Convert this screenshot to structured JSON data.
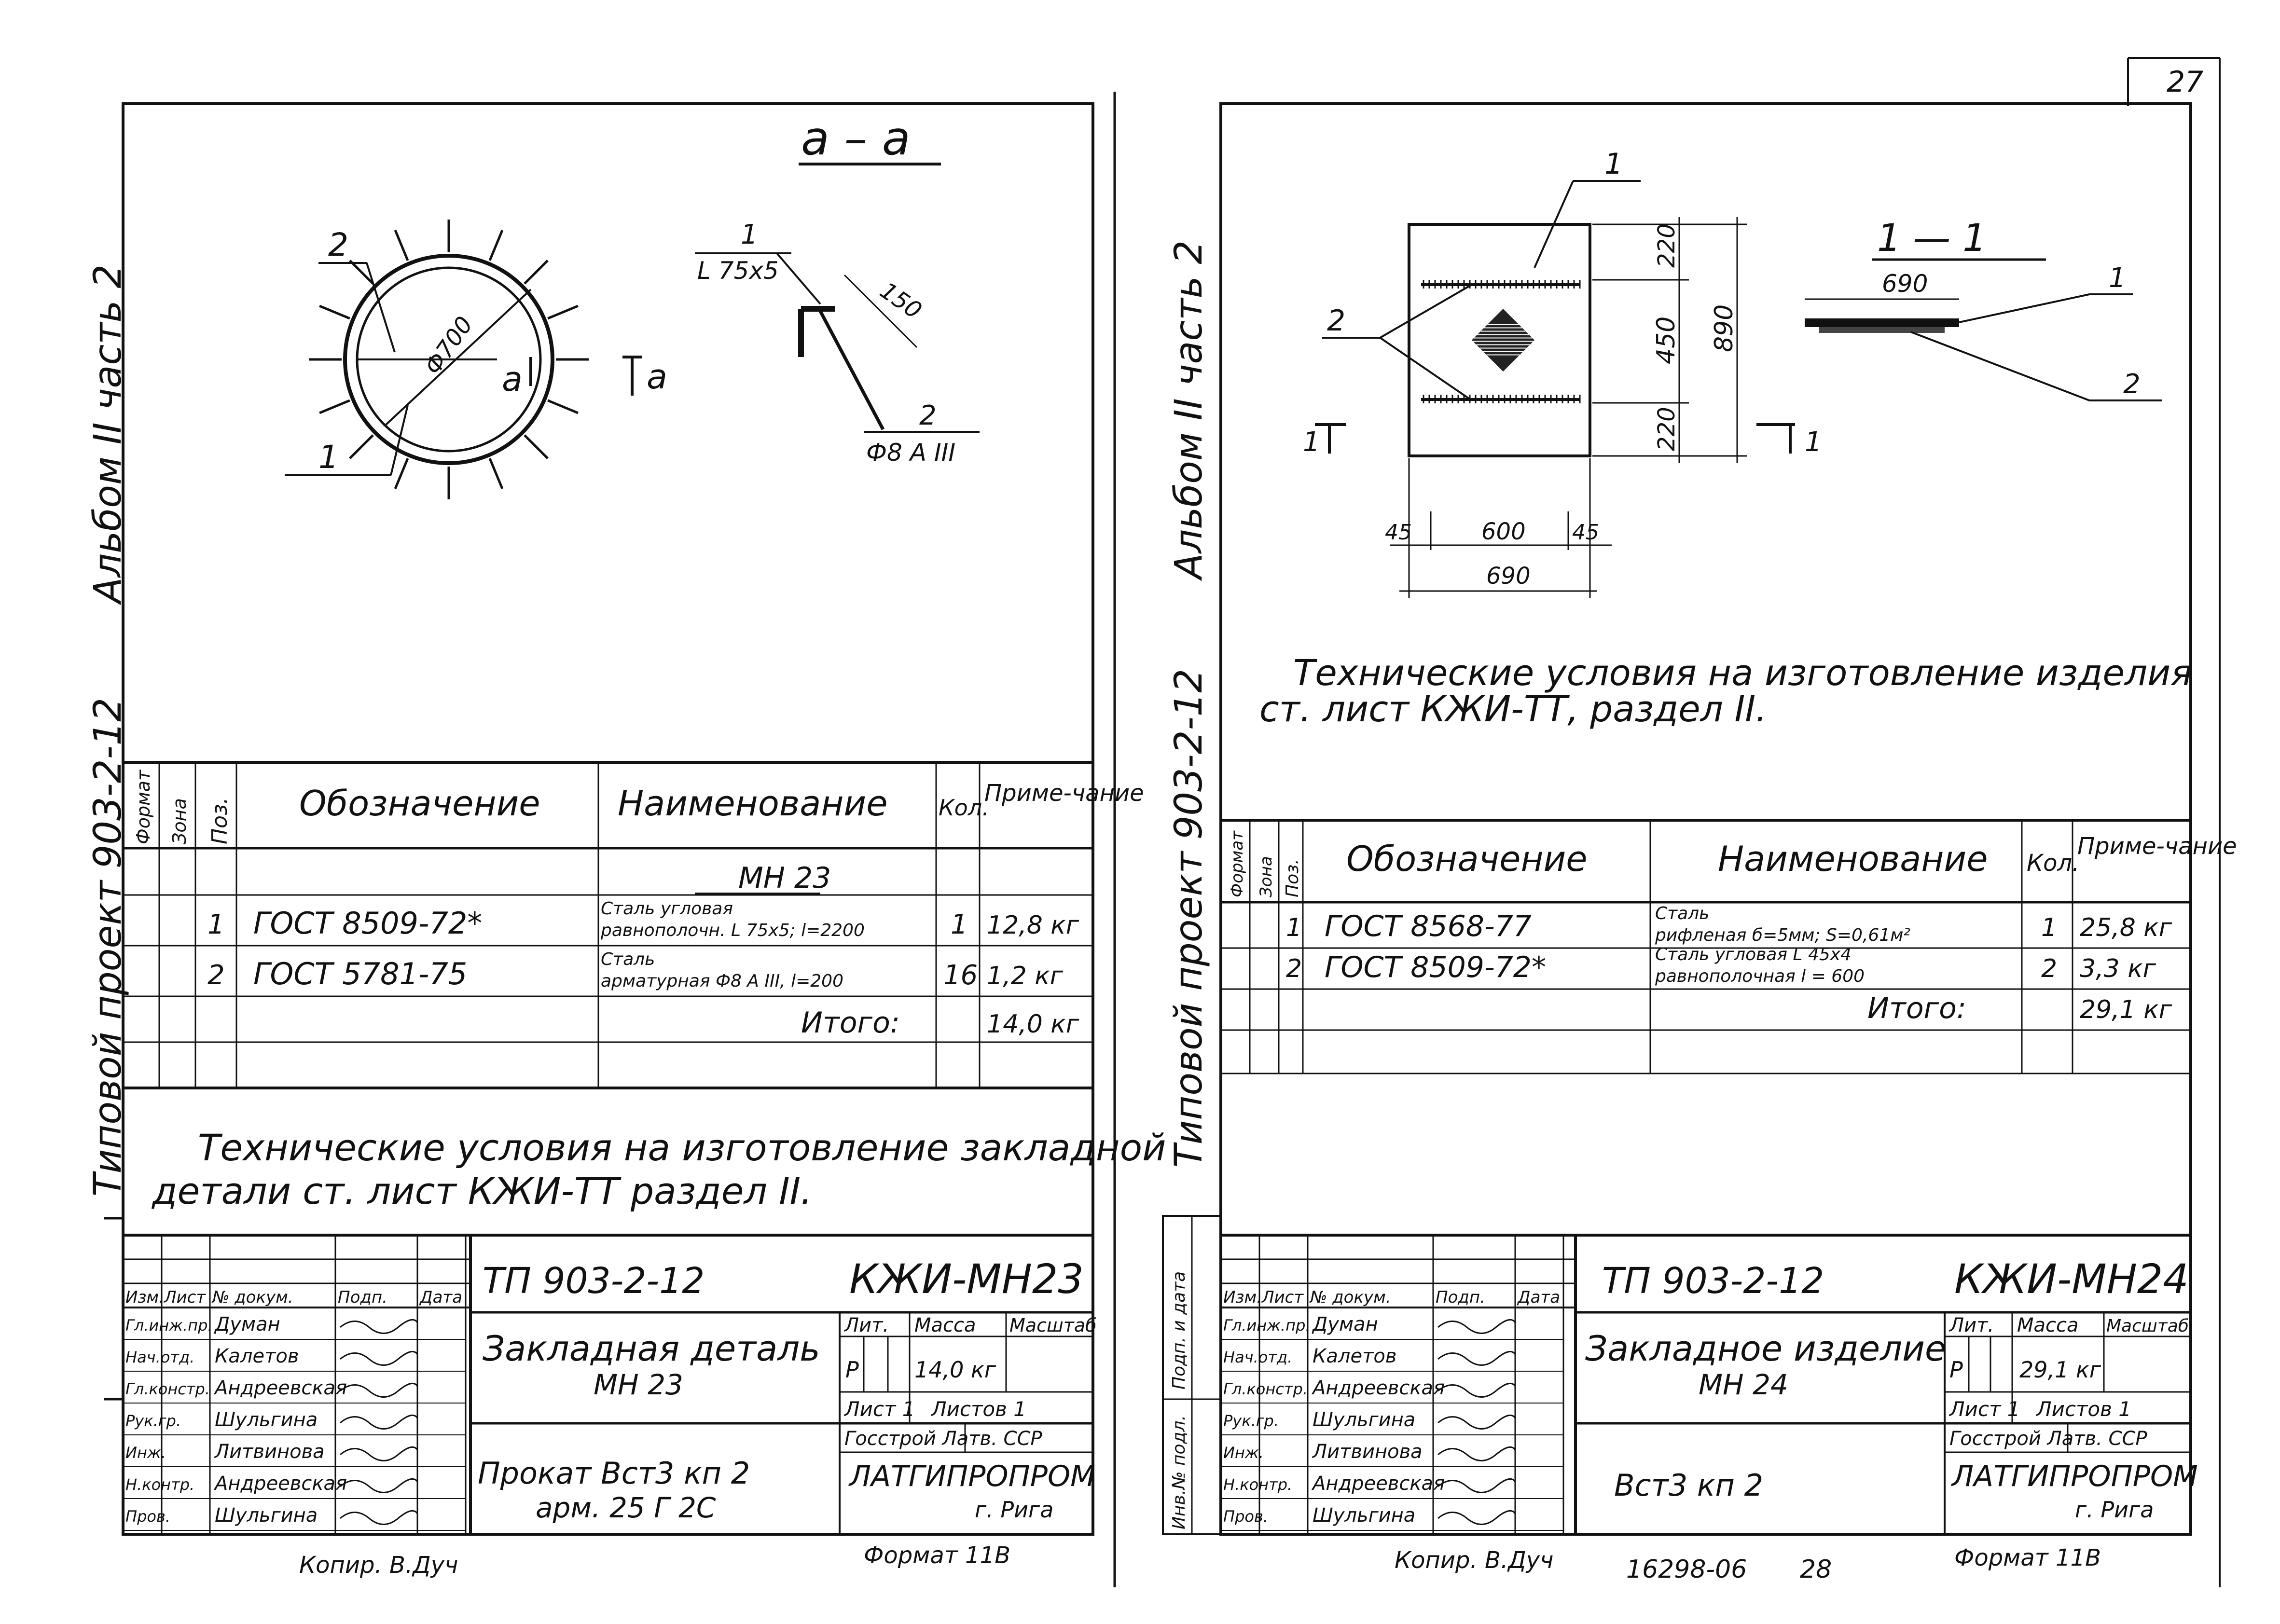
{
  "page_number": "27",
  "left": {
    "side_text": {
      "project": "Типовой проект 903-2-12",
      "album": "Альбом II часть 2"
    },
    "section_label": "а – а",
    "callouts": {
      "p1": "1",
      "p1_sub": "L 75x5",
      "p2": "2",
      "p2_sub": "Ф8 А III",
      "dim150": "150",
      "dia": "Ф700",
      "a_mark": "а",
      "a_mark2": "а",
      "ring_p1": "1",
      "ring_p2": "2"
    },
    "spec": {
      "headers": {
        "format": "Формат",
        "zone": "Зона",
        "pos": "Поз.",
        "designation": "Обозначение",
        "name": "Наименование",
        "qty": "Кол.",
        "note": "Приме-чание"
      },
      "group": "МН 23",
      "rows": [
        {
          "pos": "1",
          "designation": "ГОСТ 8509-72*",
          "name1": "Сталь угловая",
          "name2": "равнополочн.  L 75x5; l=2200",
          "qty": "1",
          "note": "12,8 кг"
        },
        {
          "pos": "2",
          "designation": "ГОСТ 5781-75",
          "name1": "Сталь",
          "name2": "арматурная Ф8 А III, l=200",
          "qty": "16",
          "note": "1,2 кг"
        }
      ],
      "total_label": "Итого:",
      "total": "14,0 кг"
    },
    "tech_text1": "Технические условия на изготовление закладной",
    "tech_text2": "детали ст. лист КЖИ-ТТ раздел II.",
    "stamp": {
      "code": "ТП 903-2-12",
      "mark": "КЖИ-МН23",
      "title1": "Закладная деталь",
      "title2": "МН 23",
      "material1": "Прокат Вст3 кп 2",
      "material2": "арм. 25 Г 2С",
      "lit_h": "Лит.",
      "mass_h": "Масса",
      "scale_h": "Масштаб",
      "lit": "Р",
      "mass": "14,0 кг",
      "sheet": "Лист 1",
      "sheets": "Листов 1",
      "org1": "Госстрой Латв. ССР",
      "org2": "ЛАТГИПРОПРОМ",
      "org3": "г. Рига",
      "col_h": [
        "Изм.",
        "Лист",
        "№ докум.",
        "Подп.",
        "Дата"
      ],
      "people": [
        {
          "role": "Гл.инж.пр.",
          "name": "Думан"
        },
        {
          "role": "Нач.отд.",
          "name": "Калетов"
        },
        {
          "role": "Гл.констр.",
          "name": "Андреевская"
        },
        {
          "role": "Рук.гр.",
          "name": "Шульгина"
        },
        {
          "role": "Инж.",
          "name": "Литвинова"
        },
        {
          "role": "Н.контр.",
          "name": "Андреевская"
        },
        {
          "role": "Пров.",
          "name": "Шульгина"
        }
      ]
    },
    "copy_label": "Копир. В.Дуч",
    "format_label": "Формат 11В"
  },
  "right": {
    "side_text": {
      "project": "Типовой проект 903-2-12",
      "album": "Альбом II часть 2"
    },
    "side_stamp": [
      "Инв.№ подл.",
      "Подп. и дата"
    ],
    "drawing": {
      "p1": "1",
      "p2": "2",
      "d220a": "220",
      "d450": "450",
      "d220b": "220",
      "d890": "890",
      "d45a": "45",
      "d600": "600",
      "d45b": "45",
      "d690": "690",
      "cut_l": "1",
      "cut_r": "1",
      "section_label": "1 — 1",
      "s690": "690",
      "s_p1": "1",
      "s_p2": "2"
    },
    "tech_text1": "Технические условия на изготовление изделия",
    "tech_text2": "ст. лист КЖИ-ТТ, раздел II.",
    "spec": {
      "headers": {
        "format": "Формат",
        "zone": "Зона",
        "pos": "Поз.",
        "designation": "Обозначение",
        "name": "Наименование",
        "qty": "Кол.",
        "note": "Приме-чание"
      },
      "rows": [
        {
          "pos": "1",
          "designation": "ГОСТ 8568-77",
          "name1": "Сталь",
          "name2": "рифленая  б=5мм; S=0,61м²",
          "qty": "1",
          "note": "25,8 кг"
        },
        {
          "pos": "2",
          "designation": "ГОСТ 8509-72*",
          "name1": "Сталь угловая  L 45x4",
          "name2": "равнополочная  l = 600",
          "qty": "2",
          "note": "3,3 кг"
        }
      ],
      "total_label": "Итого:",
      "total": "29,1 кг"
    },
    "stamp": {
      "code": "ТП 903-2-12",
      "mark": "КЖИ-МН24",
      "title1": "Закладное изделие",
      "title2": "МН 24",
      "material1": "Вст3 кп 2",
      "lit_h": "Лит.",
      "mass_h": "Масса",
      "scale_h": "Масштаб",
      "lit": "Р",
      "mass": "29,1 кг",
      "sheet": "Лист 1",
      "sheets": "Листов 1",
      "org1": "Госстрой Латв. ССР",
      "org2": "ЛАТГИПРОПРОМ",
      "org3": "г. Рига",
      "col_h": [
        "Изм.",
        "Лист",
        "№ докум.",
        "Подп.",
        "Дата"
      ],
      "people": [
        {
          "role": "Гл.инж.пр.",
          "name": "Думан"
        },
        {
          "role": "Нач.отд.",
          "name": "Калетов"
        },
        {
          "role": "Гл.констр.",
          "name": "Андреевская"
        },
        {
          "role": "Рук.гр.",
          "name": "Шульгина"
        },
        {
          "role": "Инж.",
          "name": "Литвинова"
        },
        {
          "role": "Н.контр.",
          "name": "Андреевская"
        },
        {
          "role": "Пров.",
          "name": "Шульгина"
        }
      ]
    },
    "copy_label": "Копир. В.Дуч",
    "archive_no": "16298-06",
    "archive_page": "28",
    "format_label": "Формат 11В"
  }
}
